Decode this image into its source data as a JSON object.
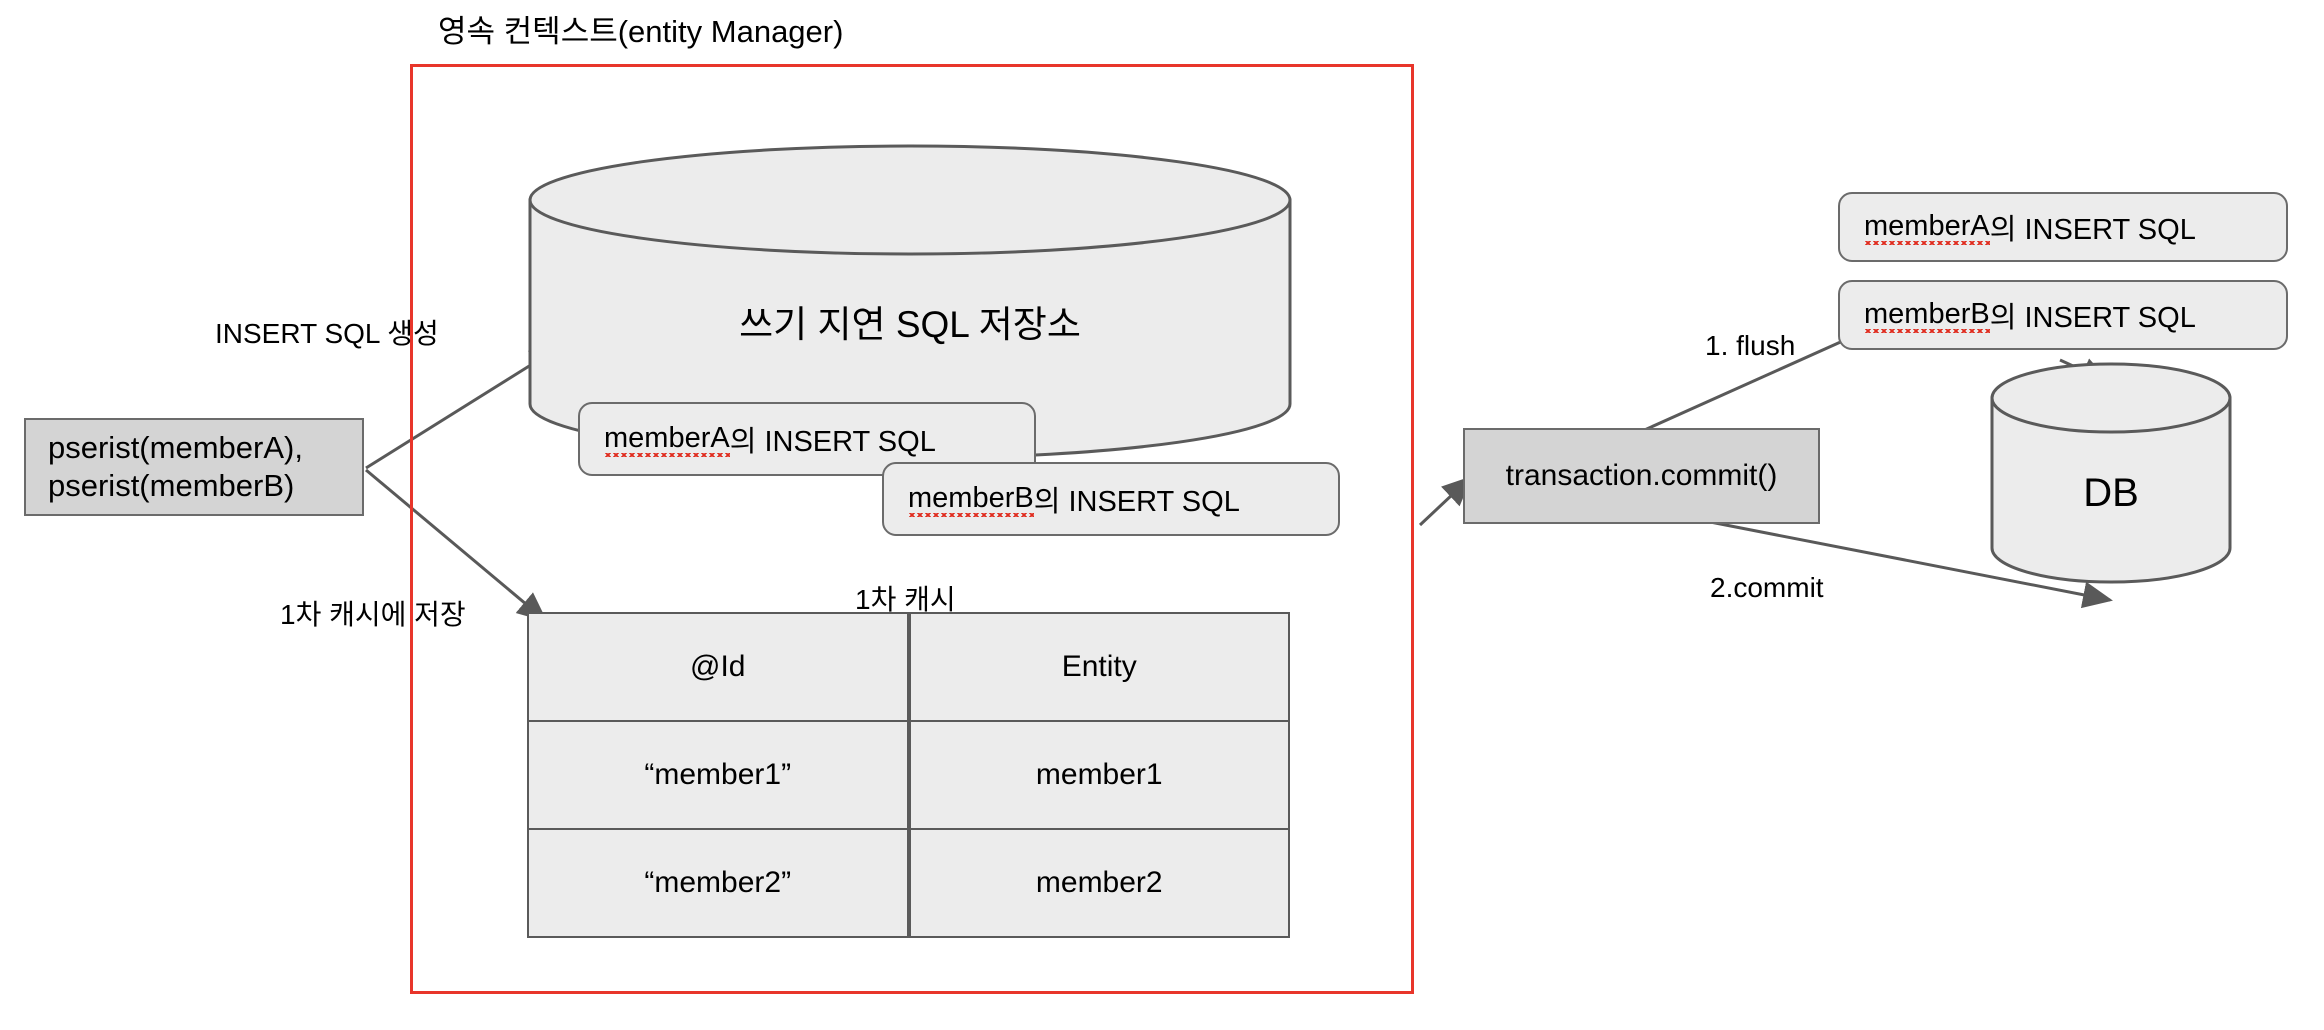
{
  "diagram": {
    "title": "영속 컨텍스트(entity Manager)",
    "persistence_context": {
      "frame_color": "#e8352a",
      "label": "영속 컨텍스트(entity Manager)"
    },
    "caller_box": {
      "line1": "pserist(memberA),",
      "line2": "pserist(memberB)",
      "fill": "#d4d4d4"
    },
    "edges": [
      {
        "name": "insert-sql-generate",
        "label": "INSERT SQL 생성"
      },
      {
        "name": "store-in-first-level-cache",
        "label": "1차 캐시에 저장"
      },
      {
        "name": "flush",
        "label": "1. flush"
      },
      {
        "name": "commit",
        "label": "2.commit"
      }
    ],
    "write_behind_store": {
      "label": "쓰기 지연 SQL 저장소",
      "fill": "#ececec",
      "queued_sql": [
        {
          "subject": "memberA",
          "suffix": "의 INSERT SQL"
        },
        {
          "subject": "memberB",
          "suffix": "의 INSERT SQL"
        }
      ]
    },
    "first_level_cache": {
      "caption": "1차 캐시",
      "columns": [
        "@Id",
        "Entity"
      ],
      "rows": [
        [
          "“member1”",
          "member1"
        ],
        [
          "“member2”",
          "member2"
        ]
      ]
    },
    "transaction": {
      "label": "transaction.commit()",
      "fill": "#d4d4d4"
    },
    "flushed_sql": [
      {
        "subject": "memberA",
        "suffix": "의 INSERT SQL"
      },
      {
        "subject": "memberB",
        "suffix": "의 INSERT SQL"
      }
    ],
    "database": {
      "label": "DB",
      "fill": "#ececec"
    }
  }
}
